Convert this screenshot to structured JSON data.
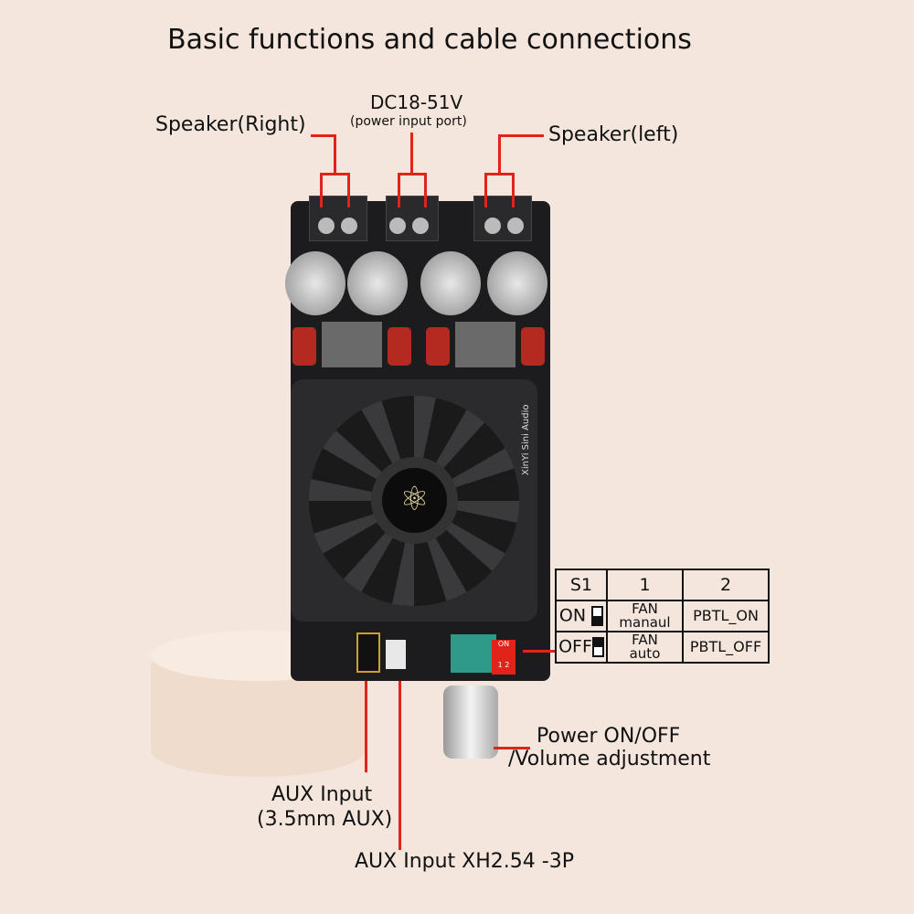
{
  "title": "Basic functions and cable connections",
  "labels": {
    "speaker_right": "Speaker(Right)",
    "speaker_left": "Speaker(left)",
    "dc_voltage": "DC18-51V",
    "dc_sub": "(power input port)",
    "aux_input_line1": "AUX Input",
    "aux_input_line2": "(3.5mm AUX)",
    "aux_xh": "AUX Input XH2.54 -3P",
    "power_line1": "Power ON/OFF",
    "power_line2": "/Volume adjustment"
  },
  "board": {
    "brand": "XinYi Sini Audio",
    "dip_label": "ON",
    "dip_numbers": "1 2"
  },
  "switch_table": {
    "headers": [
      "S1",
      "1",
      "2"
    ],
    "rows": [
      {
        "state": "ON",
        "col1_line1": "FAN",
        "col1_line2": "manaul",
        "col2": "PBTL_ON"
      },
      {
        "state": "OFF",
        "col1_line1": "FAN",
        "col1_line2": "auto",
        "col2": "PBTL_OFF"
      }
    ]
  },
  "colors": {
    "background": "#f4e6dc",
    "accent": "#e0231b",
    "board": "#1c1c1e"
  }
}
